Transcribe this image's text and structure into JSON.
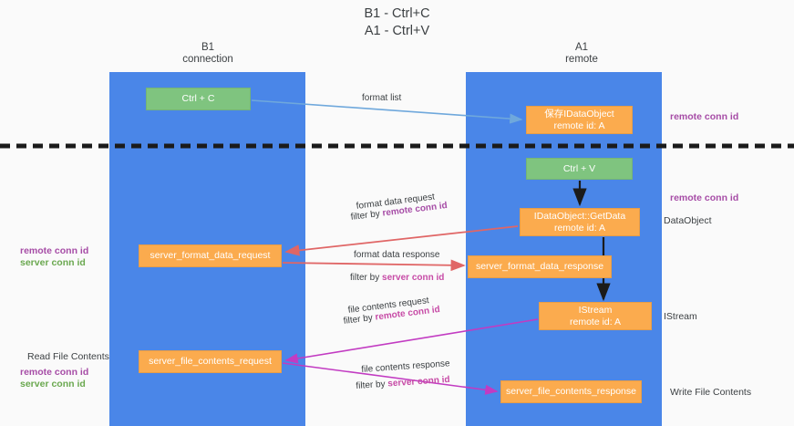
{
  "title": "B1 - Ctrl+C\nA1 - Ctrl+V",
  "columns": {
    "left": "B1\nconnection",
    "right": "A1\nremote"
  },
  "nodes": {
    "ctrl_c": "Ctrl + C",
    "idataobject": "保存IDataObject\nremote id: A",
    "ctrl_v": "Ctrl + V",
    "getdata": "IDataObject::GetData\nremote id: A",
    "server_format_data_request": "server_format_data_request",
    "server_format_data_response": "server_format_data_response",
    "istream": "IStream\nremote id: A",
    "server_file_contents_request": "server_file_contents_request",
    "server_file_contents_response": "server_file_contents_response"
  },
  "edges": {
    "format_list": "format list",
    "format_data_request": "format data request",
    "format_data_request_filter_prefix": "filter by ",
    "format_data_request_filter_key": "remote conn id",
    "format_data_response": "format data response",
    "format_data_response_filter_prefix": "filter by ",
    "format_data_response_filter_key": "server conn id",
    "file_contents_request": "file contents request",
    "file_contents_request_filter_prefix": "filter by ",
    "file_contents_request_filter_key": "remote conn id",
    "file_contents_response": "file contents response",
    "file_contents_response_filter_prefix": "filter by ",
    "file_contents_response_filter_key": "server conn id"
  },
  "annotations": {
    "right_remote_conn_id_top": "remote conn id",
    "right_remote_conn_id_mid": "remote conn id",
    "right_dataobject": "DataObject",
    "right_istream": "IStream",
    "right_write_file_contents": "Write File Contents",
    "left_ids_top": "remote conn id\nserver conn id",
    "left_read_file_contents": "Read File Contents",
    "left_ids_bottom": "remote conn id\nserver conn id"
  },
  "colors": {
    "lane": "#4a86e8",
    "green_node": "#7fc47f",
    "orange_node": "#fbab4e",
    "purple_text": "#a64ca6",
    "green_text": "#6aa84f",
    "red_arrow": "#e06666",
    "magenta_arrow": "#c23bc2",
    "blue_arrow": "#6fa8dc",
    "divider": "#1b1b1b",
    "background": "#fafafa"
  }
}
